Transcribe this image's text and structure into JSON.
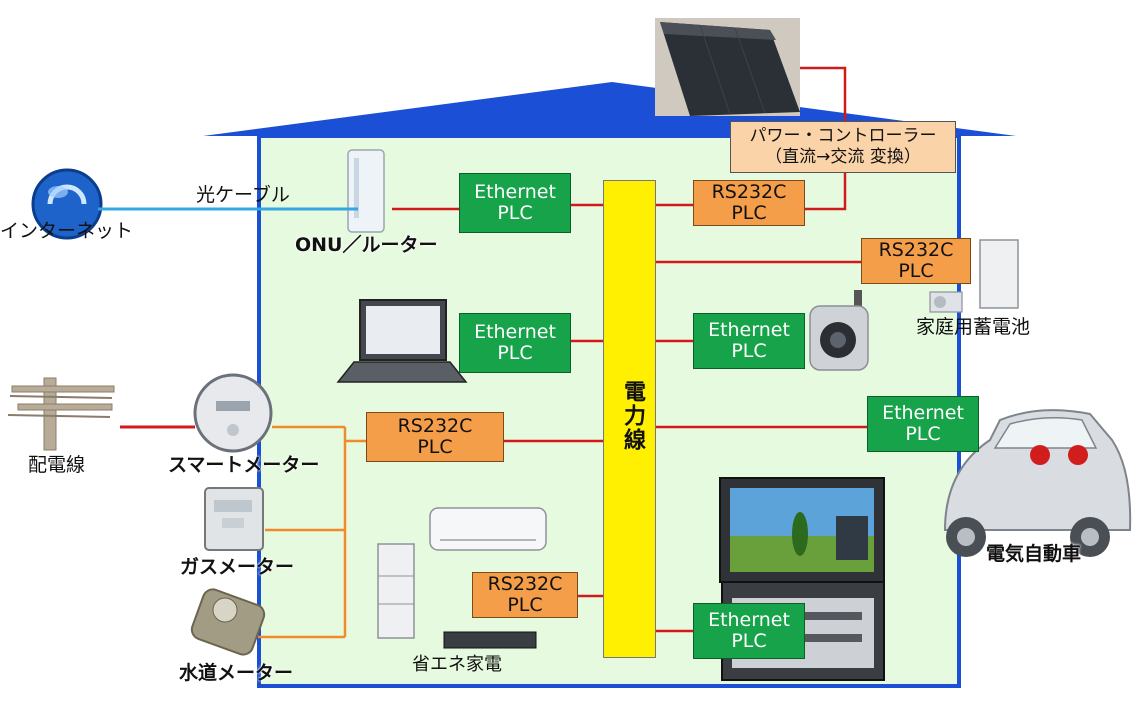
{
  "colors": {
    "roof": "#1a4fd6",
    "house_wall": "#1a4fd6",
    "house_fill": "#e6fadf",
    "power_line": "#ffef00",
    "red_wire": "#d11a1a",
    "blue_wire": "#34a6e0",
    "orange_wire": "#f08a2a",
    "plc_green": "#16a34a",
    "plc_orange": "#f59e4a"
  },
  "labels": {
    "internet": "インターネット",
    "optical_cable": "光ケーブル",
    "onu_router": "ONU／ルーター",
    "distribution_line": "配電線",
    "smart_meter": "スマートメーター",
    "gas_meter": "ガスメーター",
    "water_meter": "水道メーター",
    "home_battery": "家庭用蓄電池",
    "ev": "電気自動車",
    "eco_appliances": "省エネ家電",
    "power_line": "電力線"
  },
  "power_controller": {
    "line1": "パワー・コントローラー",
    "line2": "（直流→交流 変換）"
  },
  "plc_boxes": {
    "eth_router": {
      "line1": "Ethernet",
      "line2": "PLC"
    },
    "eth_laptop": {
      "line1": "Ethernet",
      "line2": "PLC"
    },
    "rs_meter": {
      "line1": "RS232C",
      "line2": "PLC"
    },
    "rs_appliance": {
      "line1": "RS232C",
      "line2": "PLC"
    },
    "rs_solar": {
      "line1": "RS232C",
      "line2": "PLC"
    },
    "rs_battery": {
      "line1": "RS232C",
      "line2": "PLC"
    },
    "eth_camera": {
      "line1": "Ethernet",
      "line2": "PLC"
    },
    "eth_ev": {
      "line1": "Ethernet",
      "line2": "PLC"
    },
    "eth_tv": {
      "line1": "Ethernet",
      "line2": "PLC"
    }
  }
}
